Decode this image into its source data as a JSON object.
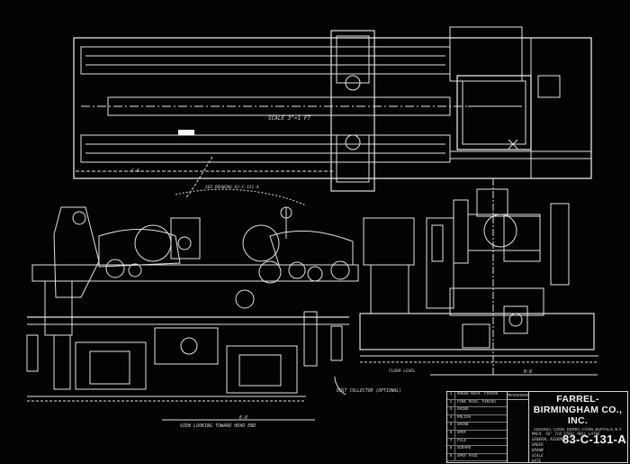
{
  "title_block": {
    "company": "FARREL-BIRMINGHAM CO., INC.",
    "cities": "ANSONIA, CONN.   DERBY, CONN.   BUFFALO, N.Y.",
    "drawing_number": "83-C-131-A",
    "revisions_label": "REVISIONS",
    "finish_rows": [
      "ROUGH MACH. FINISH",
      "FINE MACH. FINISH",
      "GRIND",
      "POLISH",
      "GRIND",
      "SPOT",
      "FILE",
      "SCRAPE",
      "SPOT FACE"
    ],
    "handwritten": [
      "MACH. 56\" 7/8 STEEL ROLL LATHE",
      "GENERAL ASSEMBLY",
      "ORDER",
      "DRAWN",
      "SCALE",
      "DATE"
    ]
  },
  "notes": {
    "scale": "SCALE 3\"=1 FT",
    "tail_stock_ref": "SEE DRAWING 83-C-131-A",
    "dust_collector": "DUST COLLECTOR (OPTIONAL)",
    "view_label": "VIEW LOOKING TOWARD HEAD END",
    "floor_level": "FLOOR LEVEL",
    "dim_e": "E-8",
    "dim_c": "C-6",
    "dim_b": "B-8"
  },
  "colors": {
    "background": "#030303",
    "line": "#e6e6e6"
  }
}
